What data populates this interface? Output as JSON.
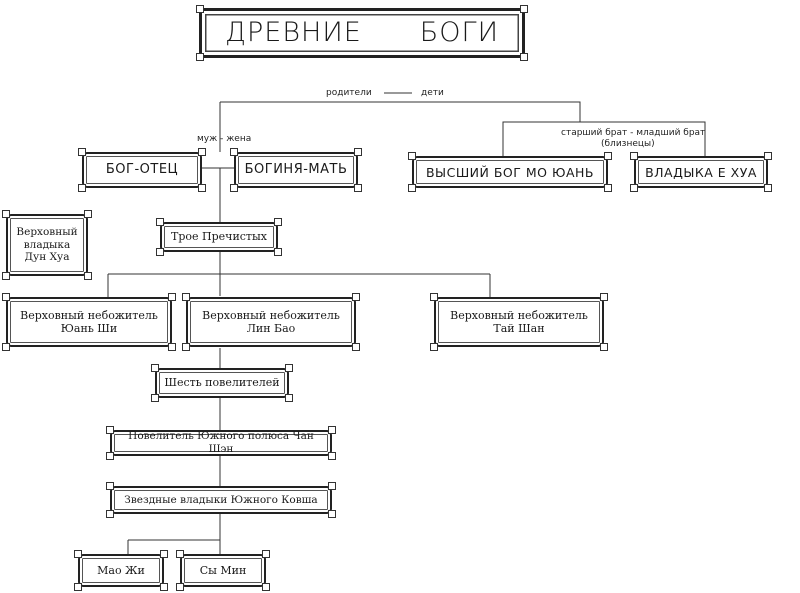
{
  "title": {
    "word1": "ДРЕВНИЕ",
    "word2": "БОГИ"
  },
  "labels": {
    "parents": "родители",
    "children": "дети",
    "spouses": "муж - жена",
    "brothers": "старший брат - младший брат",
    "twins": "(близнецы)"
  },
  "nodes": {
    "god_father": "БОГ-ОТЕЦ",
    "goddess_mother": "БОГИНЯ-МАТЬ",
    "supreme_god": "ВЫСШИЙ БОГ МО ЮАНЬ",
    "lord_e_hua": "ВЛАДЫКА Е ХУА",
    "dun_hua": "Верховный владыка Дун Хуа",
    "three_pure": "Трое Пречистых",
    "yuan_shi": "Верховный небожитель Юань Ши",
    "lin_bao": "Верховный небожитель Лин Бао",
    "tai_shan": "Верховный небожитель Тай Шан",
    "six_lords": "Шесть повелителей",
    "chang_sheng": "Повелитель Южного полюса Чан Шэн",
    "star_lords": "Звездные владыки Южного Ковша",
    "mao_zhi": "Мао Жи",
    "si_ming": "Сы Мин"
  }
}
